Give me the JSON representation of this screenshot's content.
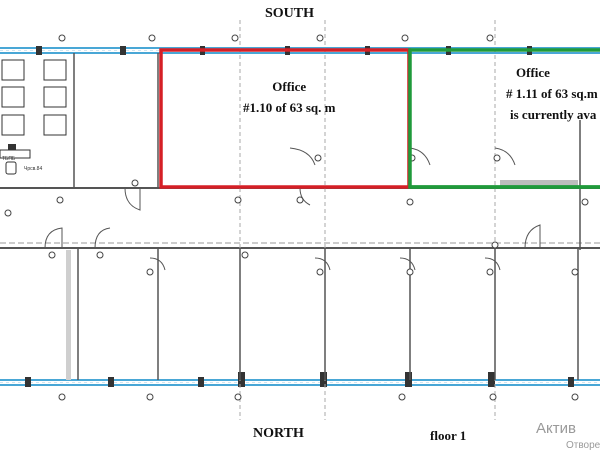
{
  "plan": {
    "south_label": "SOUTH",
    "north_label": "NORTH",
    "floor_label": "floor 1",
    "offices": [
      {
        "line1": "Office",
        "line2": "#1.10 of 63 sq. m",
        "line3": "",
        "highlight": "#d51f26"
      },
      {
        "line1": "Office",
        "line2": "# 1.11 of 63 sq.m",
        "line3": "is currently ava",
        "highlight": "#1f9a3a"
      }
    ],
    "small_labels": [
      "ТБПБ",
      "Чрсв.84"
    ],
    "watermark": {
      "line1": "Актив",
      "line2": "Отворе"
    },
    "colors": {
      "window": "#49a7d6",
      "wall": "#555555",
      "grid": "#9a9a9a"
    }
  }
}
